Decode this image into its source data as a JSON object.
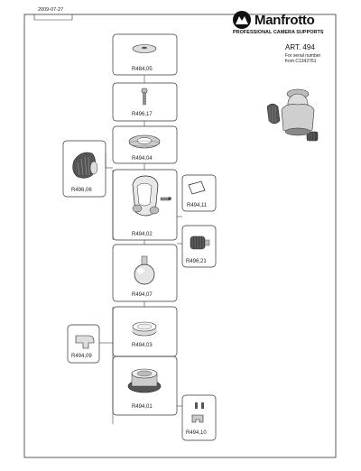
{
  "header": {
    "date": "2009-07-27",
    "brand": "Manfrotto",
    "tagline": "PROFESSIONAL CAMERA SUPPORTS",
    "article": "ART. 494",
    "serial_line1": "For serial number",
    "serial_line2": "from C1342761"
  },
  "parts": {
    "r484_05": "R484,05",
    "r496_17": "R496,17",
    "r494_04": "R494,04",
    "r496_06": "R496,06",
    "r494_11": "R494,11",
    "r494_02": "R494,02",
    "r496_21": "R496,21",
    "r494_07": "R494,07",
    "r494_09": "R494,09",
    "r494_03": "R494,03",
    "r494_01": "R494,01",
    "r494_10": "R494,10"
  }
}
